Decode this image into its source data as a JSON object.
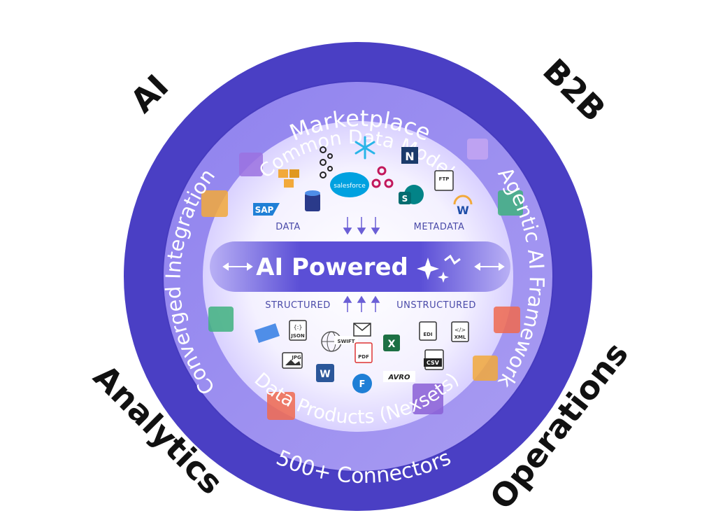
{
  "corners": {
    "top_left": "AI",
    "top_right": "B2B",
    "bottom_left": "Analytics",
    "bottom_right": "Operations"
  },
  "outer_ring": {
    "top": "Marketplace",
    "left": "Converged Integration",
    "right": "Agentic AI Framework",
    "bottom": "500+ Connectors"
  },
  "inner_ring": {
    "top": "Common Data Model",
    "bottom": "Data Products (Nexsets)"
  },
  "center": {
    "title": "AI Powered",
    "data_label": "DATA",
    "metadata_label": "METADATA",
    "structured_label": "STRUCTURED",
    "unstructured_label": "UNSTRUCTURED"
  },
  "icons": {
    "sap": "SAP",
    "salesforce": "salesforce",
    "ftp": "FTP",
    "json": "JSON",
    "swift": "SWIFT",
    "pdf": "PDF",
    "edi": "EDI",
    "xml": "XML",
    "jpg": "JPG",
    "csv": "CSV",
    "avro": "AVRO"
  },
  "colors": {
    "outer_ring": "#4a3fc4",
    "inner_ring": "#8a7ee8",
    "pill": "#5b4fd6",
    "label": "#4a4aa8"
  }
}
